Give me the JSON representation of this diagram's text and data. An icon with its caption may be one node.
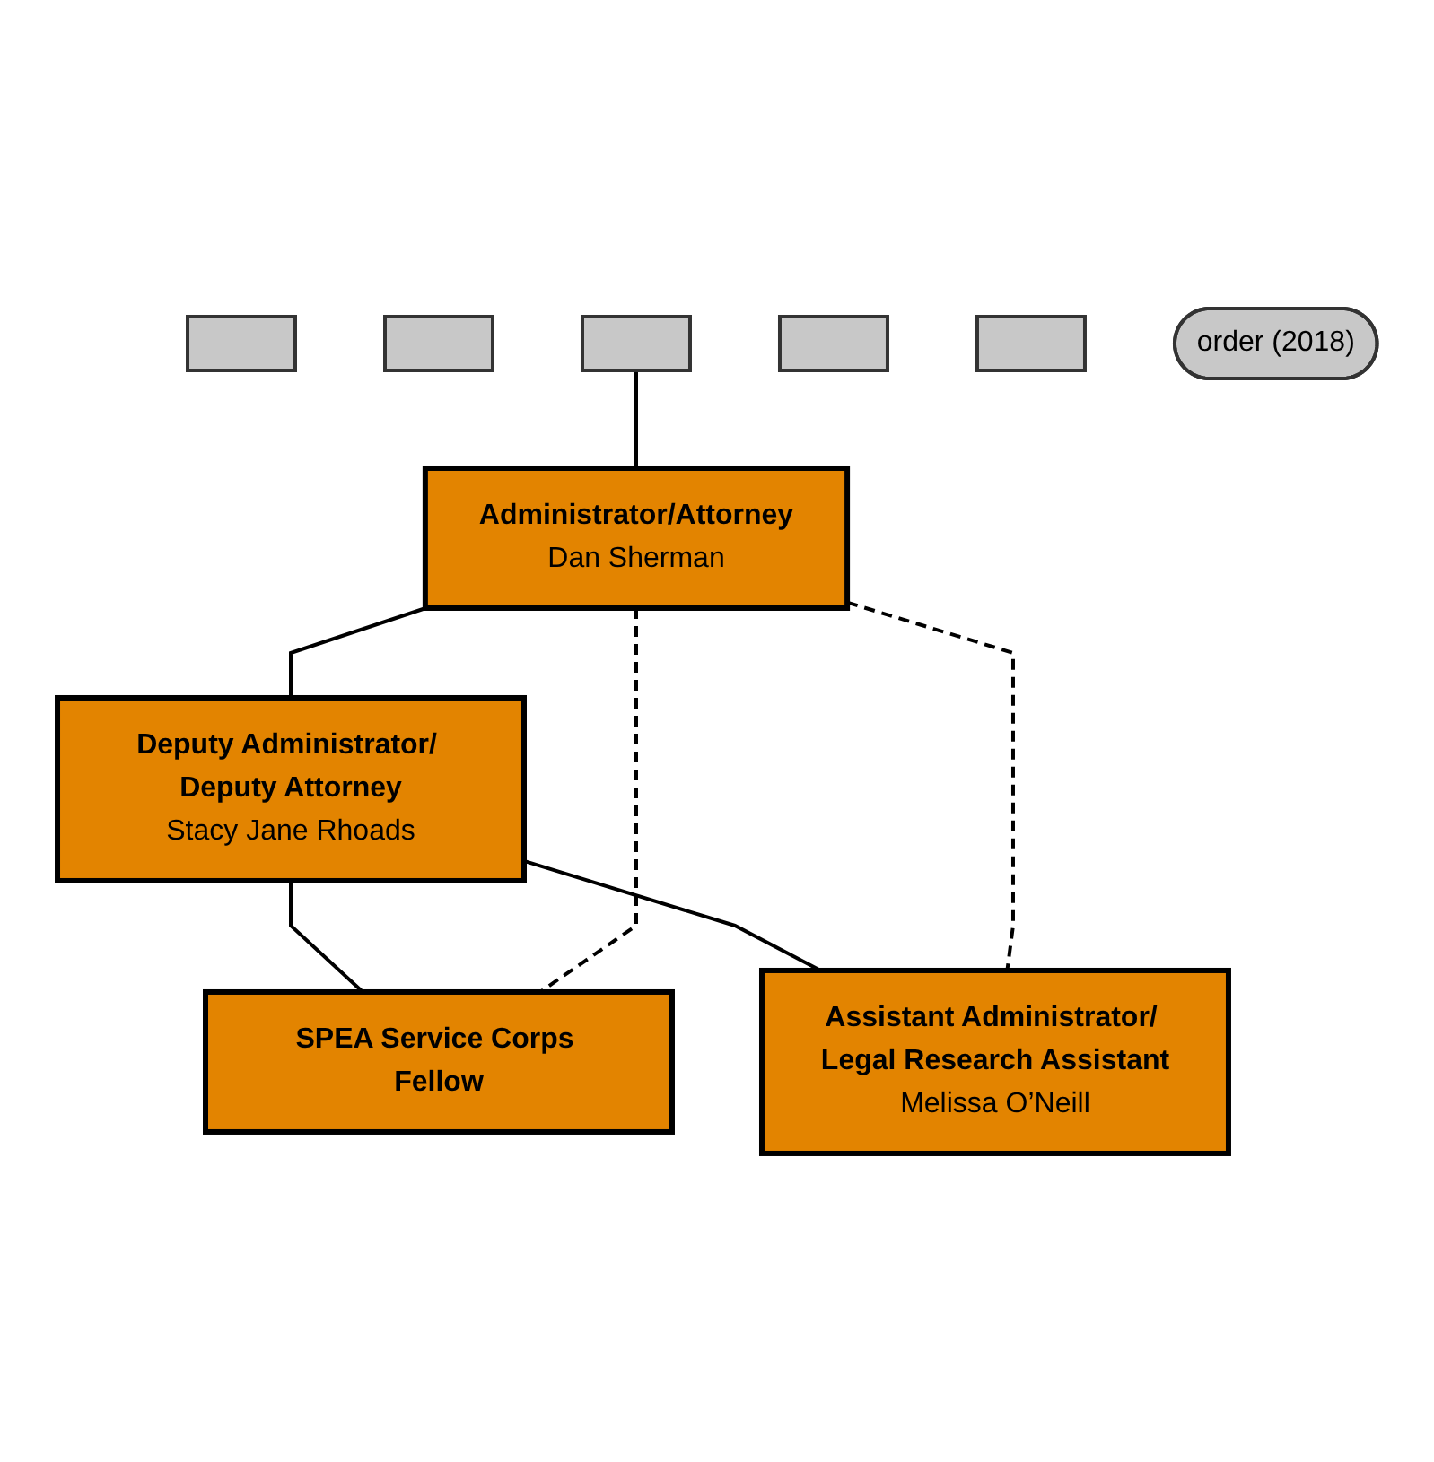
{
  "diagram": {
    "nodes": [
      {
        "text": [],
        "shape": "box"
      },
      {
        "text": [],
        "shape": "box"
      },
      {
        "text": [],
        "shape": "box"
      },
      {
        "text": [],
        "shape": "box"
      },
      {
        "text": [],
        "shape": "box"
      },
      {
        "text": [
          "order (2018)"
        ]
      },
      {
        "text": [
          "Administrator/Attorney",
          "Dan Sherman"
        ]
      },
      {
        "text": [
          "Deputy Administrator/ Deputy Attorney",
          "Stacy Jane Rhoads"
        ]
      },
      {
        "text": [
          "SPEA Service Corps Fellow"
        ]
      },
      {
        "text": [
          "Assistant Administrator/ Legal Research Assistant",
          "Melissa O’Neill"
        ]
      }
    ],
    "edges": [
      {
        "from": 2,
        "to": 6,
        "arrow": "none"
      },
      {
        "from": 6,
        "to": 7,
        "arrow": "none"
      },
      {
        "from": 7,
        "to": 8,
        "arrow": "none"
      },
      {
        "from": 7,
        "to": 9,
        "arrow": "none"
      },
      {
        "from": 6,
        "to": 8,
        "arrow": "none",
        "style": "dashed"
      },
      {
        "from": 6,
        "to": 9,
        "arrow": "none",
        "style": "dashed"
      }
    ]
  }
}
